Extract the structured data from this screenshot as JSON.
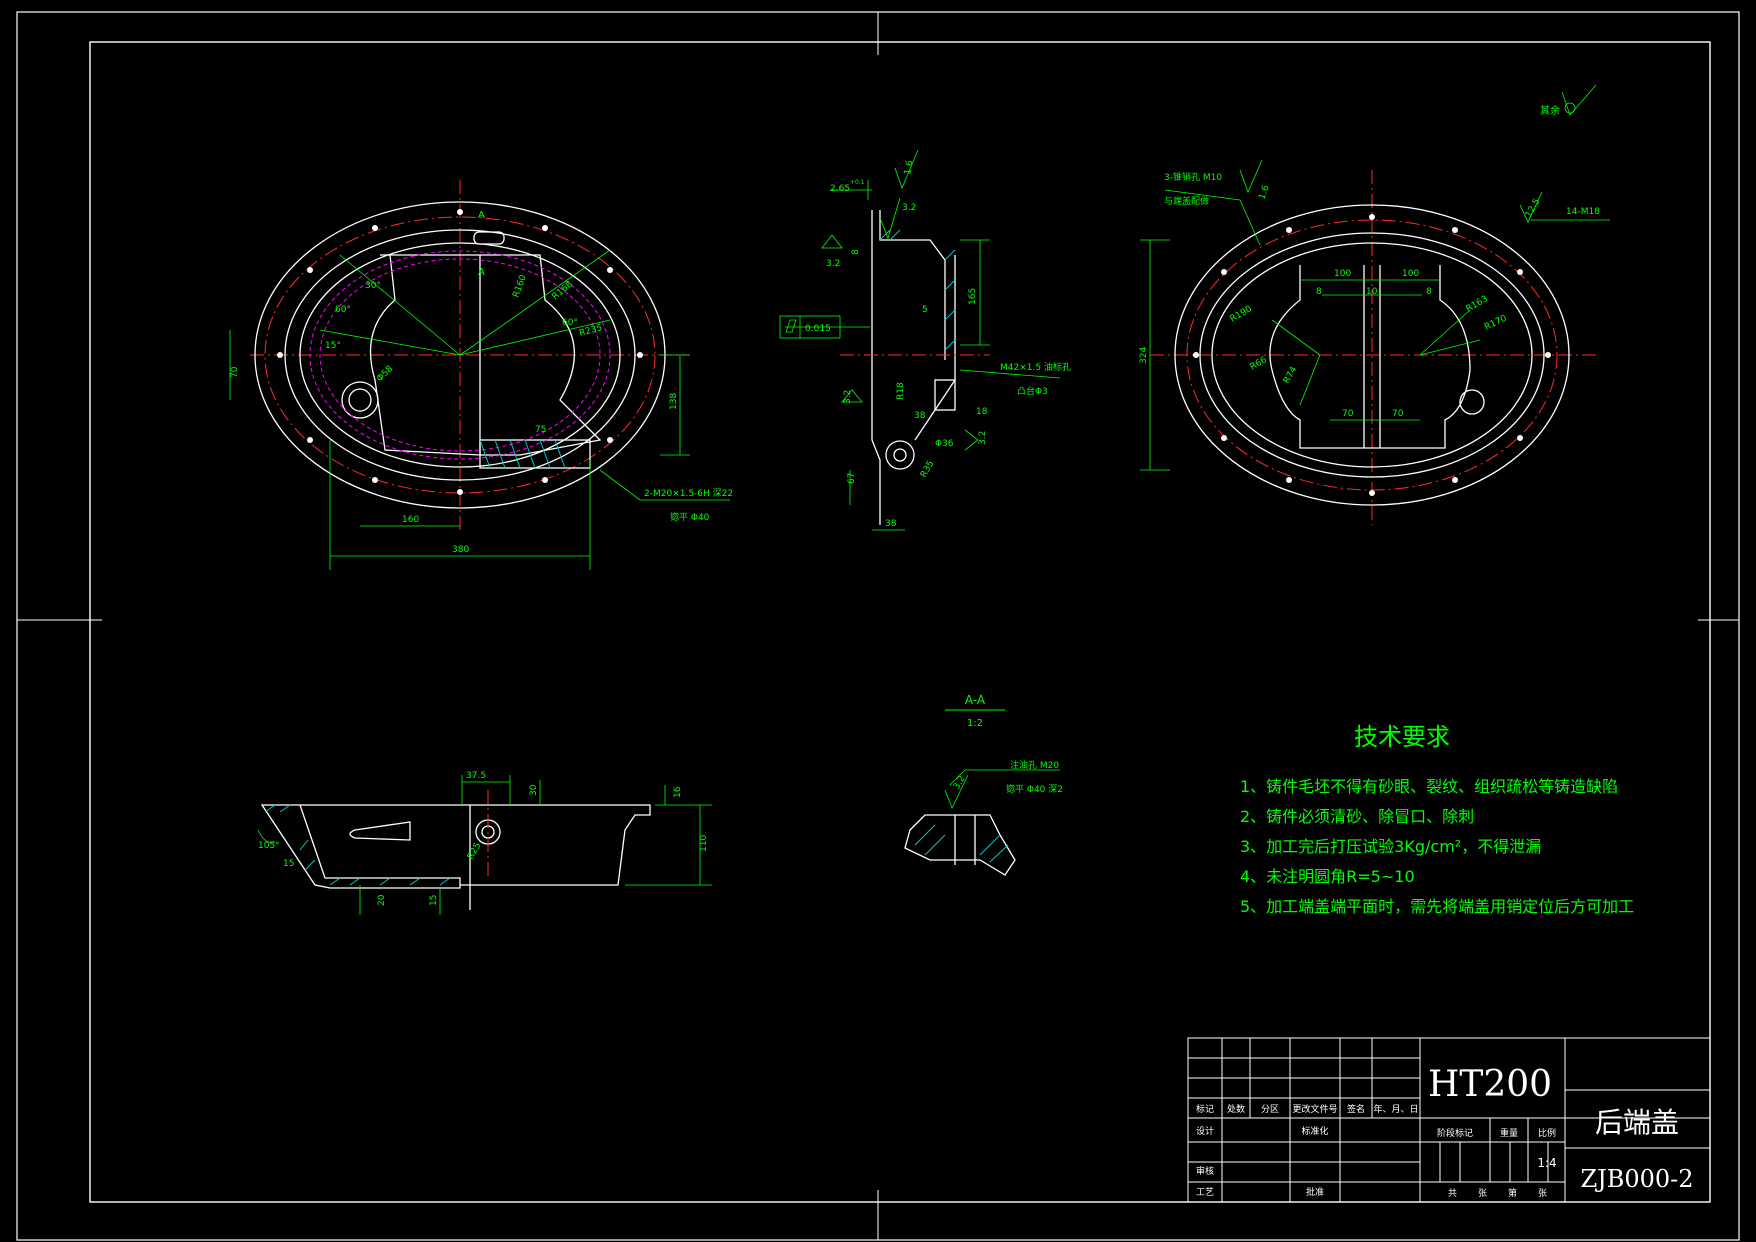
{
  "colors": {
    "background": "#000000",
    "outline": "#ffffff",
    "dimension": "#00ff00",
    "centerline": "#ff2a2a",
    "hidden": "#ff00ff",
    "hatch": "#00c8c8",
    "text_green": "#00ff00"
  },
  "front_view": {
    "section_marks": [
      "A",
      "A"
    ],
    "dims": [
      "30°",
      "60°",
      "60°",
      "15°",
      "R160",
      "R168",
      "R235",
      "Φ58",
      "70",
      "138",
      "75",
      "160",
      "380"
    ],
    "callout_line1": "2-M20×1.5-6H 深22",
    "callout_line2": "锪平 Φ40"
  },
  "side_view": {
    "dims": [
      "2.65",
      "1.6",
      "3.2",
      "3.2",
      "8",
      "5",
      "165",
      "0.015",
      "M42×1.5 油标孔",
      "凸台Φ3",
      "3.2",
      "R18",
      "38",
      "18",
      "Φ36",
      "3.2",
      "R35",
      "67",
      "38"
    ],
    "tol": "+0.1"
  },
  "rear_view": {
    "surface_note": "其余",
    "dims": [
      "3-锥销孔 M10",
      "与端盖配做",
      "1.6",
      "12.5",
      "14-M18",
      "100",
      "100",
      "8",
      "10",
      "8",
      "R190",
      "R163",
      "R170",
      "R66",
      "R74",
      "70",
      "70",
      "324"
    ]
  },
  "section_aa": {
    "title": "A-A",
    "scale": "1:2",
    "note_line1": "注油孔 M20",
    "note_line2": "锪平 Φ40 深2",
    "roughness": "3.2"
  },
  "bottom_view": {
    "dims": [
      "37.5",
      "30",
      "16",
      "105°",
      "15",
      "R25",
      "110",
      "20",
      "15"
    ]
  },
  "tech_req": {
    "title": "技术要求",
    "items": [
      "1、铸件毛坯不得有砂眼、裂纹、组织疏松等铸造缺陷",
      "2、铸件必须清砂、除冒口、除刺",
      "3、加工完后打压试验3Kg/cm²，不得泄漏",
      "4、未注明圆角R=5~10",
      "5、加工端盖端平面时，需先将端盖用销定位后方可加工"
    ]
  },
  "title_block": {
    "material": "HT200",
    "part_name": "后端盖",
    "drawing_no": "ZJB000-2",
    "scale": "1:4",
    "headers": [
      "标记",
      "处数",
      "分区",
      "更改文件号",
      "签名",
      "年、月、日"
    ],
    "rows": [
      "设计",
      "标准化",
      "审核",
      "工艺",
      "批准"
    ],
    "stage_labels": [
      "阶段标记",
      "重量",
      "比例"
    ],
    "sheet_labels": [
      "共",
      "张",
      "第",
      "张"
    ]
  }
}
